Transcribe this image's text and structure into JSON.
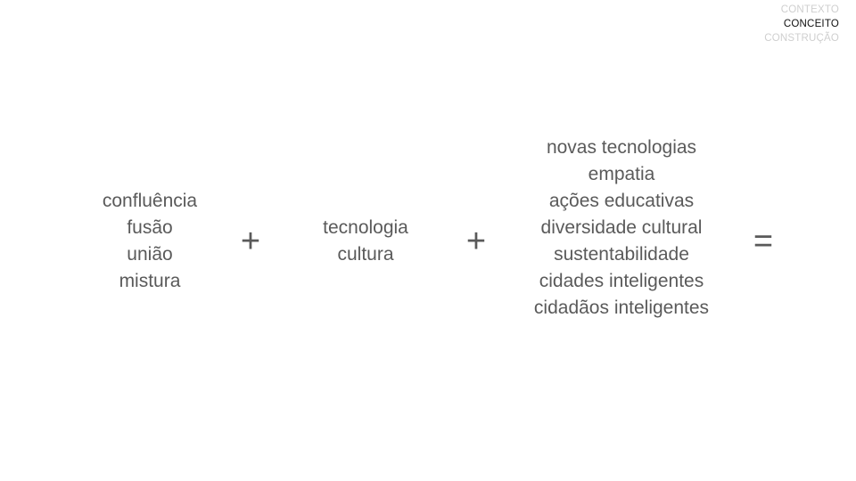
{
  "nav": {
    "items": [
      {
        "label": "CONTEXTO",
        "active": false
      },
      {
        "label": "CONCEITO",
        "active": true
      },
      {
        "label": "CONSTRUÇÃO",
        "active": false
      }
    ]
  },
  "equation": {
    "group1": [
      "confluência",
      "fusão",
      "união",
      "mistura"
    ],
    "op1": "+",
    "group2": [
      "tecnologia",
      "cultura"
    ],
    "op2": "+",
    "group3": [
      "novas tecnologias",
      "empatia",
      "ações educativas",
      "diversidade cultural",
      "sustentabilidade",
      "cidades inteligentes",
      "cidadãos inteligentes"
    ],
    "op3": "="
  }
}
